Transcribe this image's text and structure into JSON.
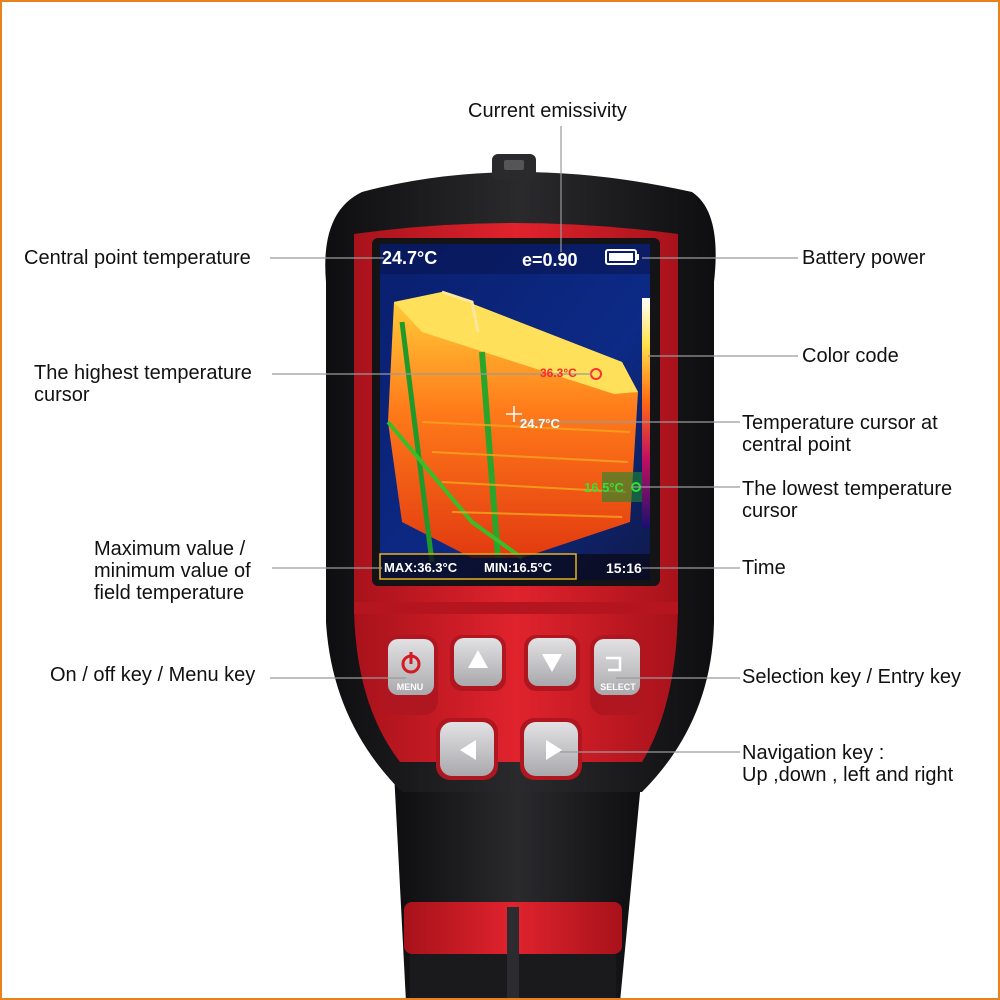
{
  "labels": {
    "current_emissivity": "Current emissivity",
    "central_point_temperature": "Central point temperature",
    "battery_power": "Battery power",
    "highest_temperature_cursor": "The highest temperature\ncursor",
    "color_code": "Color code",
    "temperature_cursor_central": "Temperature cursor at\ncentral point",
    "lowest_temperature_cursor": "The lowest temperature\ncursor",
    "max_min_field_temperature": "Maximum value /\nminimum value of\nfield temperature",
    "time": "Time",
    "on_off_menu_key": "On / off key / Menu key",
    "selection_entry_key": "Selection key / Entry key",
    "navigation_key": "Navigation key :\nUp ,down , left and right"
  },
  "screen": {
    "center_temp": "24.7°C",
    "emissivity": "e=0.90",
    "hot_spot": "36.3°C",
    "center_cursor": "24.7°C",
    "cold_spot": "16.5°C",
    "max_value": "MAX:36.3°C",
    "min_value": "MIN:16.5°C",
    "time": "15:16"
  },
  "keys": {
    "menu": "MENU",
    "select": "SELECT"
  },
  "colors": {
    "frame_border": "#e8821e",
    "device_red": "#d4202a",
    "device_black": "#1c1c1e",
    "key_gray": "#c9c9cc"
  }
}
